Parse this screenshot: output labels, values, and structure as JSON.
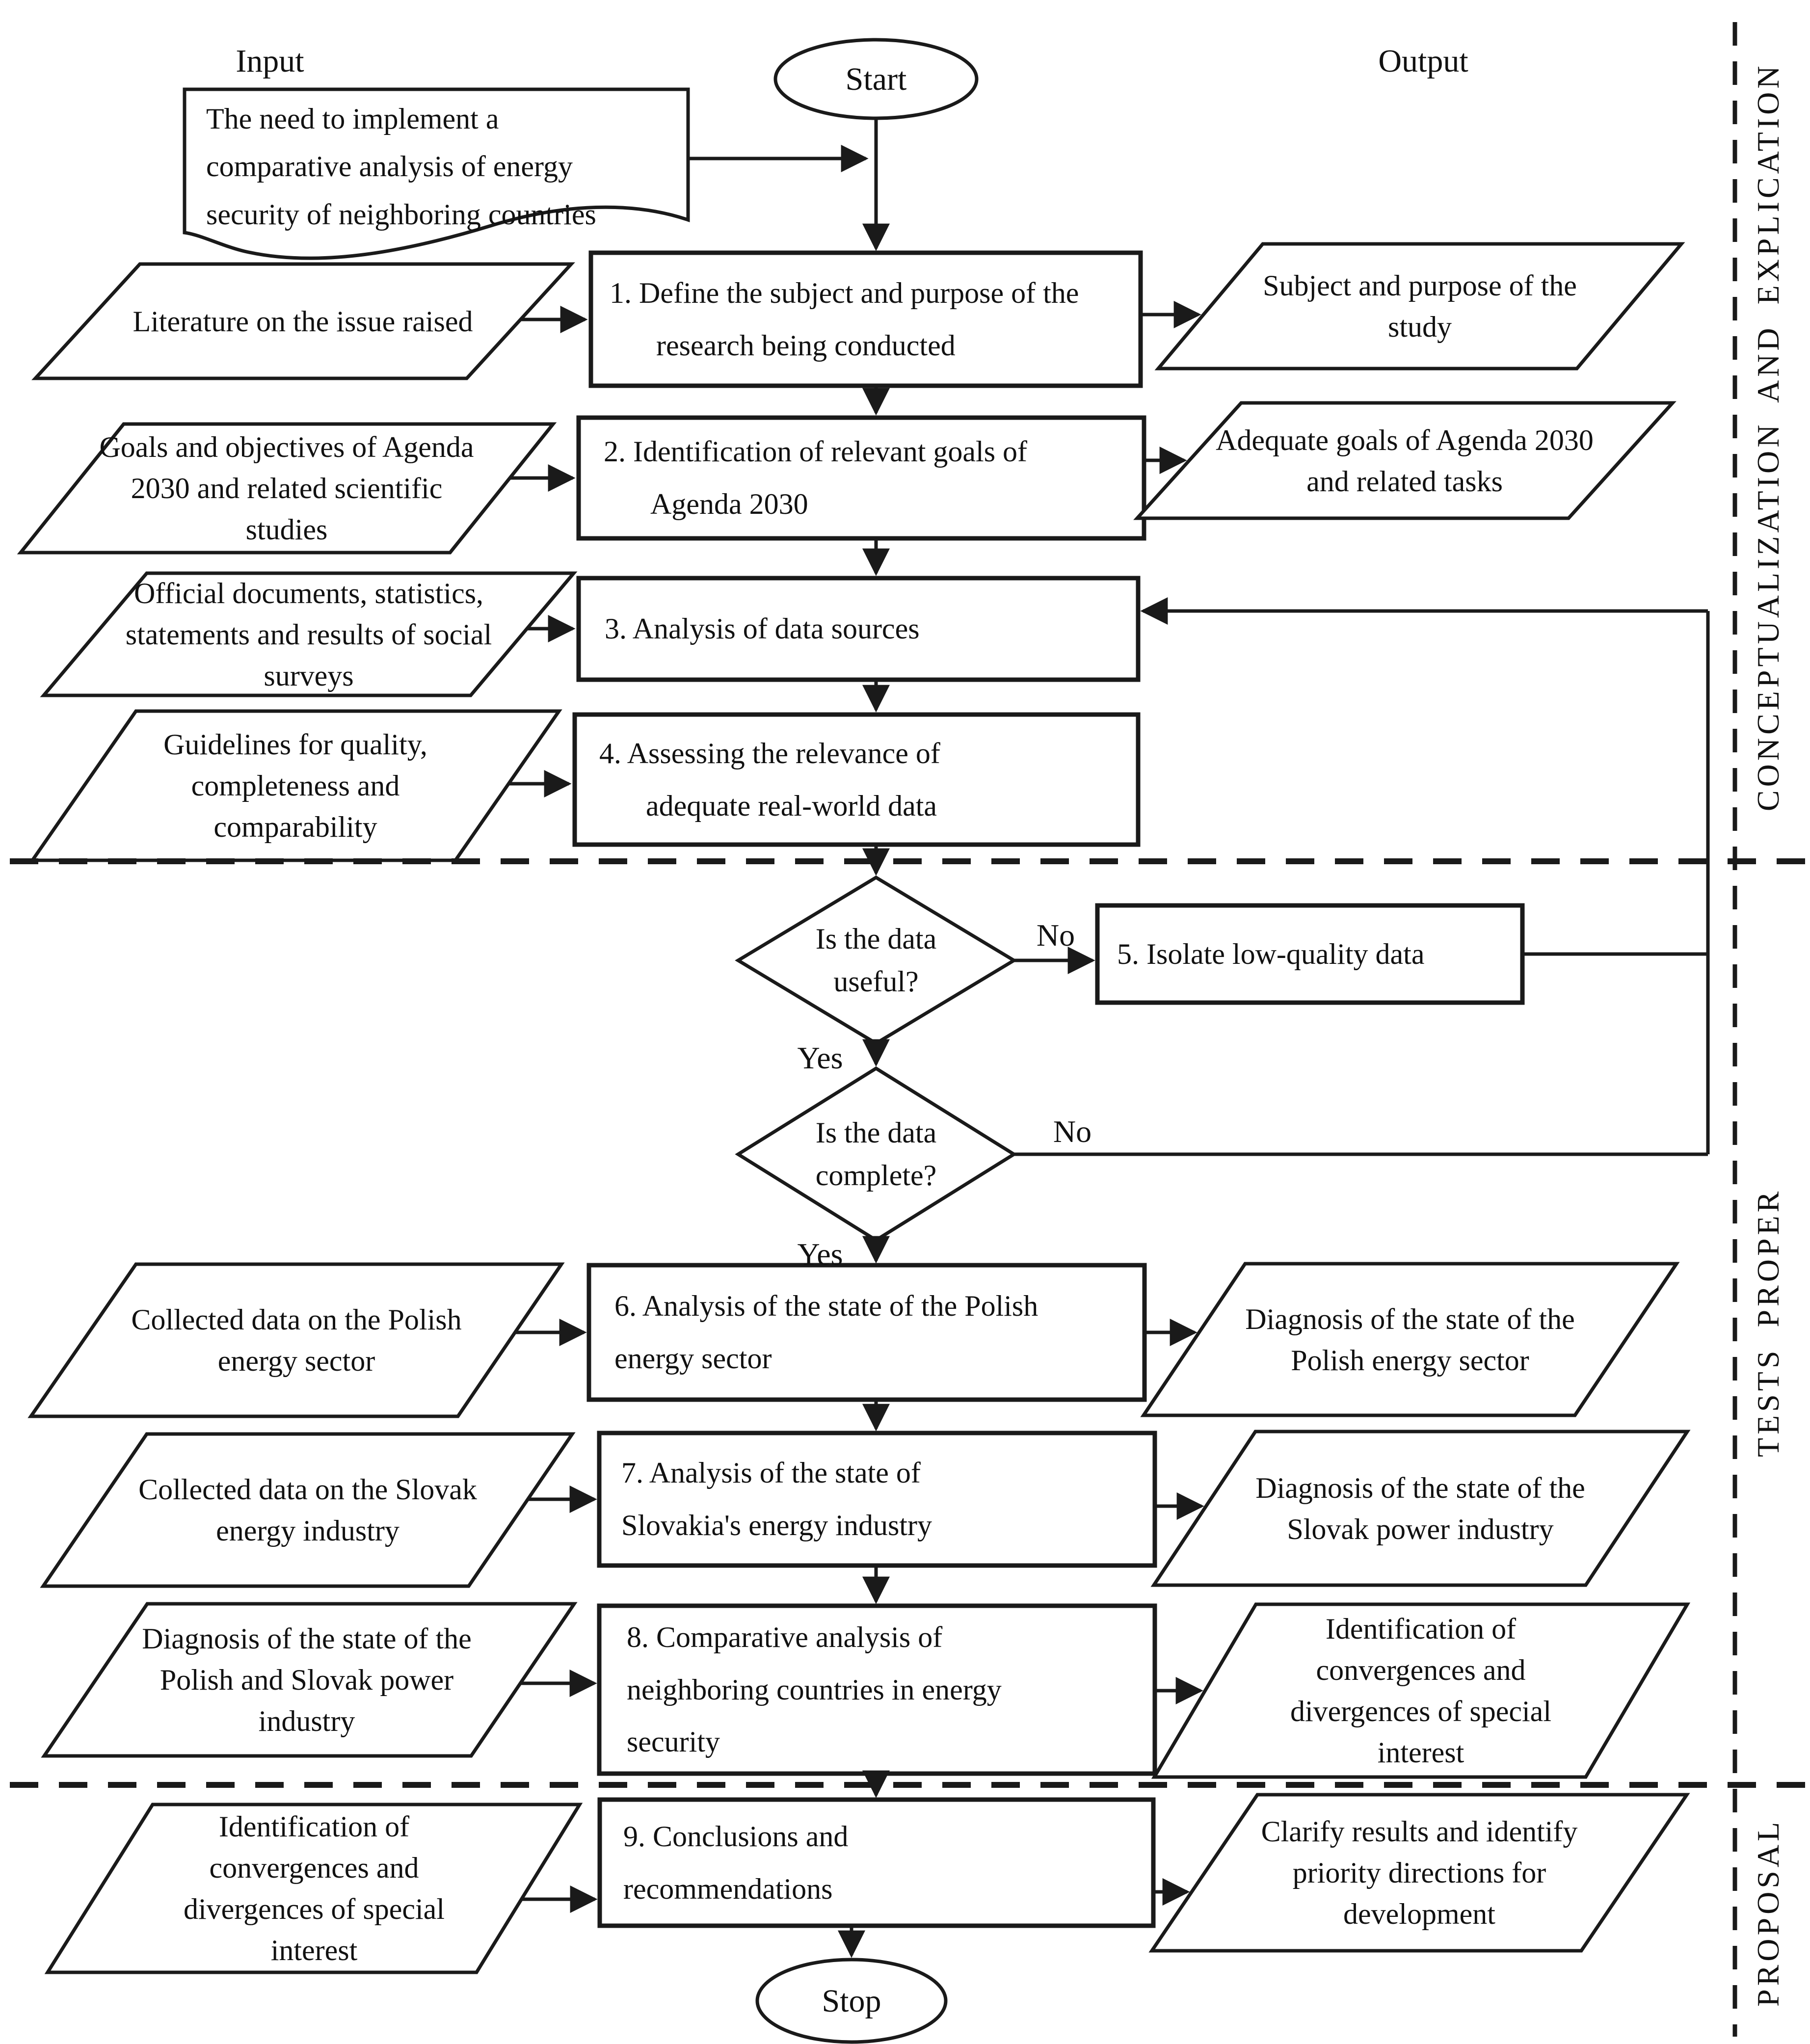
{
  "figure": {
    "column_labels": {
      "input": "Input",
      "output": "Output"
    },
    "terminators": {
      "start": "Start",
      "stop": "Stop"
    },
    "document_note": "The need to implement a comparative analysis of energy security of neighboring countries",
    "inputs": {
      "i1": "Literature on the issue raised",
      "i2": "Goals and objectives of Agenda 2030 and related scientific studies",
      "i3": "Official documents, statistics, statements and results of social surveys",
      "i4": "Guidelines for quality, completeness and comparability",
      "i6": "Collected data on the Polish energy sector",
      "i7": "Collected data on the Slovak energy industry",
      "i8": "Diagnosis of the state of the Polish and Slovak power industry",
      "i9": "Identification of convergences and divergences of special interest"
    },
    "processes": {
      "p1": "1. Define the subject and purpose of the research being conducted",
      "p2": "2. Identification of relevant goals of Agenda 2030",
      "p3": "3. Analysis of data sources",
      "p4": "4. Assessing the relevance of adequate real-world data",
      "p5": "5. Isolate low-quality data",
      "p6": "6. Analysis of the state of the Polish energy sector",
      "p7": "7. Analysis of the state of Slovakia's energy industry",
      "p8": "8. Comparative analysis of neighboring countries in energy security",
      "p9": "9. Conclusions and recommendations"
    },
    "decisions": {
      "d1": "Is the data useful?",
      "d2": "Is the data complete?",
      "yes": "Yes",
      "no": "No"
    },
    "outputs": {
      "o1": "Subject and purpose of the study",
      "o2": "Adequate goals of Agenda 2030 and related tasks",
      "o6": "Diagnosis of the state of the Polish energy sector",
      "o7": "Diagnosis of the state of the Slovak power industry",
      "o8": "Identification of convergences and divergences of special interest",
      "o9": "Clarify results and identify priority directions for development"
    },
    "sections": {
      "s1": "CONCEPTUALIZATION AND EXPLICATION",
      "s2": "TESTS PROPER",
      "s3": "PROPOSAL"
    },
    "colors": {
      "ink": "#1a1a1a",
      "background": "#ffffff"
    }
  }
}
